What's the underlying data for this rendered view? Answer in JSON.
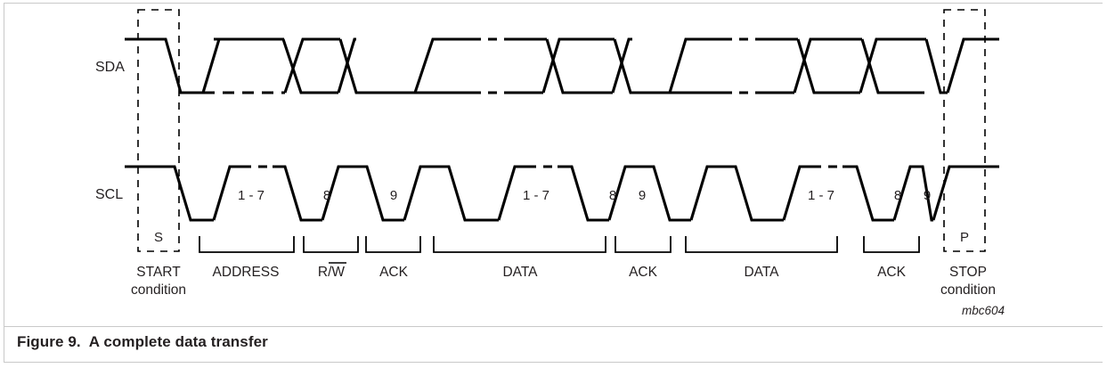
{
  "figure": {
    "caption_label": "Figure 9.",
    "caption_text": "A complete data transfer",
    "footnote": "mbc604"
  },
  "signals": {
    "sda_label": "SDA",
    "scl_label": "SCL"
  },
  "conditions": {
    "start": {
      "symbol": "S",
      "line1": "START",
      "line2": "condition"
    },
    "stop": {
      "symbol": "P",
      "line1": "STOP",
      "line2": "condition"
    }
  },
  "clock_bits": [
    {
      "label": "1 - 7",
      "group": "address"
    },
    {
      "label": "8",
      "group": "rw"
    },
    {
      "label": "9",
      "group": "ack1"
    },
    {
      "label": "1 - 7",
      "group": "data1"
    },
    {
      "label": "8",
      "group": "data1"
    },
    {
      "label": "9",
      "group": "ack2"
    },
    {
      "label": "1 - 7",
      "group": "data2"
    },
    {
      "label": "8",
      "group": "data2"
    },
    {
      "label": "9",
      "group": "ack3"
    }
  ],
  "phases": [
    {
      "id": "address",
      "label": "ADDRESS",
      "overline": false
    },
    {
      "id": "rw",
      "label": "R/W",
      "overline": true
    },
    {
      "id": "ack1",
      "label": "ACK",
      "overline": false
    },
    {
      "id": "data1",
      "label": "DATA",
      "overline": false
    },
    {
      "id": "ack2",
      "label": "ACK",
      "overline": false
    },
    {
      "id": "data2",
      "label": "DATA",
      "overline": false
    },
    {
      "id": "ack3",
      "label": "ACK",
      "overline": false
    }
  ],
  "colors": {
    "line": "#000000",
    "text": "#231f20",
    "frame": "#c9c9c9",
    "background": "#ffffff"
  },
  "chart_data": {
    "type": "line",
    "title": "A complete data transfer",
    "xlabel": "",
    "ylabel": "",
    "grid": false,
    "legend": "none",
    "series": [
      {
        "name": "SDA",
        "description": "Serial data line: high idle, falls during START while SCL high, data bits shown as crossing envelopes, rises during STOP while SCL high",
        "levels": {
          "high_y": 44,
          "low_y": 104
        }
      },
      {
        "name": "SCL",
        "description": "Serial clock line: high before START, nine trapezoidal clock pulses per byte (bits 1-7 compressed, 8, 9), high after STOP",
        "levels": {
          "high_y": 187,
          "low_y": 247
        }
      }
    ],
    "annotations": [
      "START condition (S)",
      "ADDRESS",
      "R/W",
      "ACK",
      "DATA",
      "ACK",
      "DATA",
      "ACK",
      "STOP condition (P)"
    ]
  }
}
